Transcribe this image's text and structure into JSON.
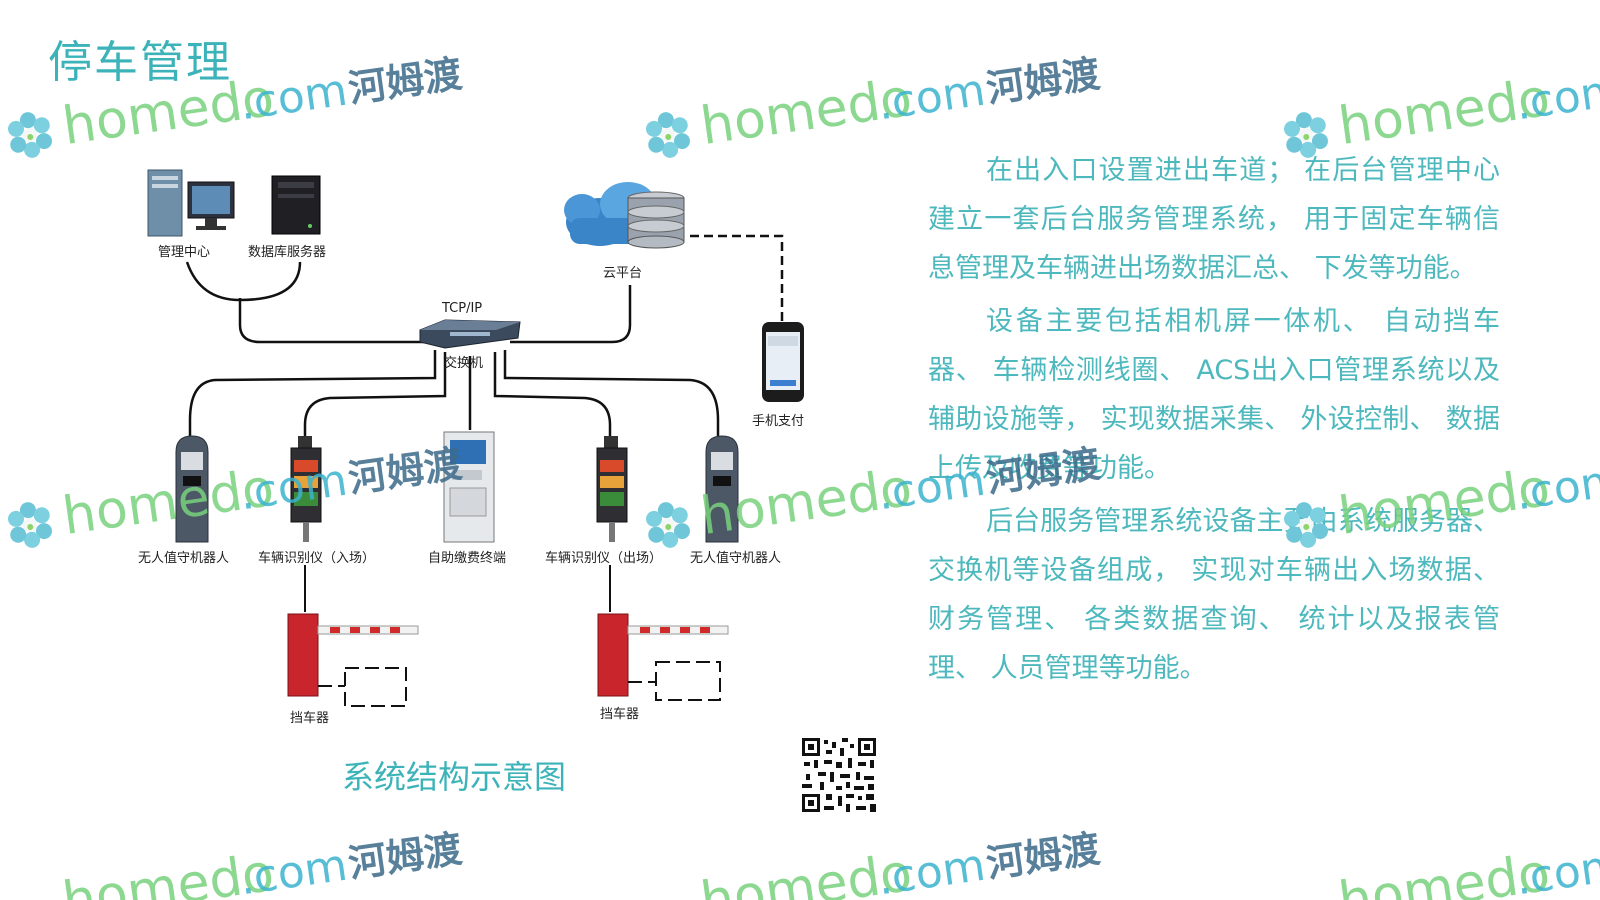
{
  "page_title": "停车管理",
  "diagram": {
    "caption": "系统结构示意图",
    "protocol": "TCP/IP",
    "nodes": {
      "mgmt_center": "管理中心",
      "db_server": "数据库服务器",
      "cloud": "云平台",
      "switch": "交换机",
      "mobile_pay": "手机支付",
      "robot_in": "无人值守机器人",
      "lpr_in": "车辆识别仪（入场）",
      "kiosk": "自助缴费终端",
      "lpr_out": "车辆识别仪（出场）",
      "robot_out": "无人值守机器人",
      "barrier_in": "挡车器",
      "barrier_out": "挡车器"
    }
  },
  "description": [
    "在出入口设置进出车道； 在后台管理中心建立一套后台服务管理系统， 用于固定车辆信息管理及车辆进出场数据汇总、 下发等功能。",
    "设备主要包括相机屏一体机、 自动挡车器、 车辆检测线圈、 ACS出入口管理系统以及辅助设施等， 实现数据采集、 外设控制、 数据上传及收费等功能。",
    "后台服务管理系统设备主要由系统服务器、 交换机等设备组成， 实现对车辆出入场数据、 财务管理、 各类数据查询、 统计以及报表管理、 人员管理等功能。"
  ],
  "watermark": {
    "brand": "homedo",
    "domain": ".com",
    "cn": "河姆渡"
  }
}
